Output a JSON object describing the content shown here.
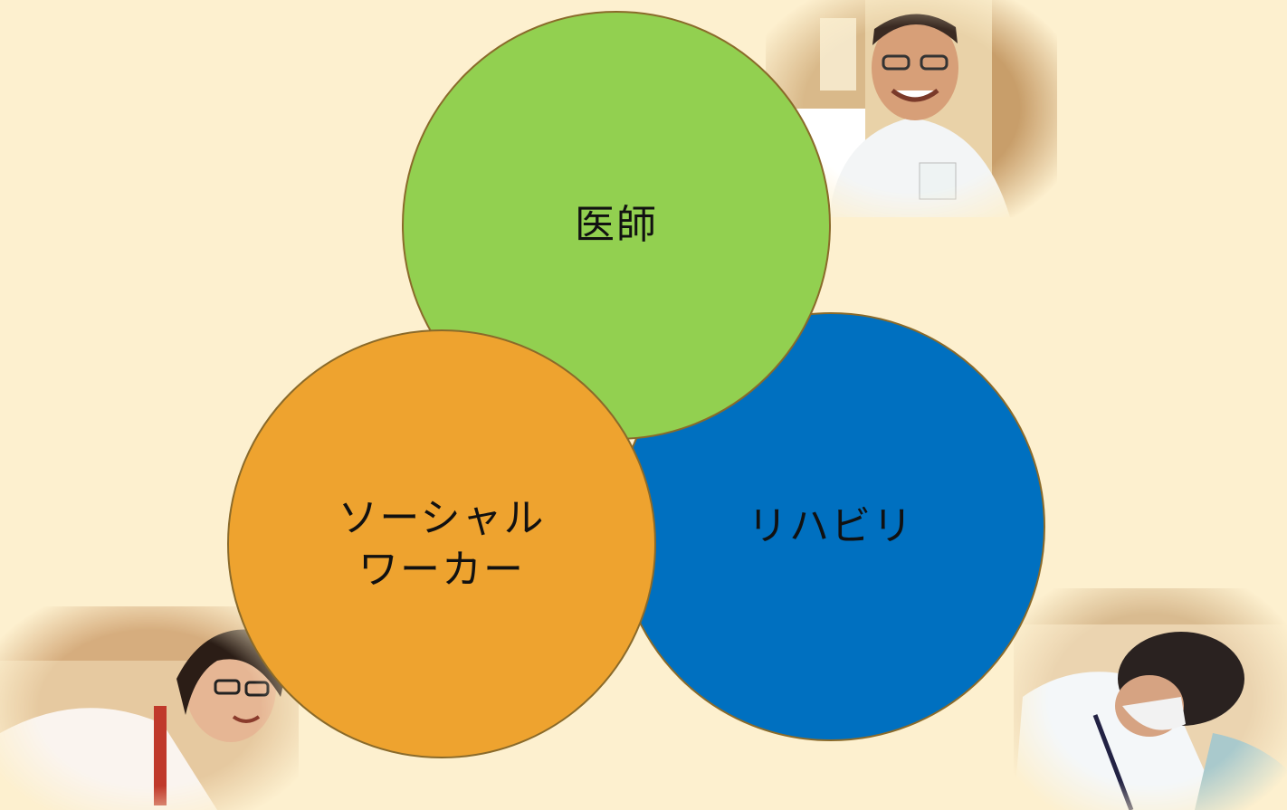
{
  "nodes": [
    {
      "id": "doctor",
      "label_lines": [
        "医師"
      ],
      "color": "#92d050"
    },
    {
      "id": "rehab",
      "label_lines": [
        "リハビリ"
      ],
      "color": "#0070c0"
    },
    {
      "id": "social_worker",
      "label_lines": [
        "ソーシャル",
        "ワーカー"
      ],
      "color": "#eea32f"
    }
  ],
  "background_color": "#fdf0cf",
  "outline_color": "#8a6a2a",
  "photos": [
    {
      "id": "doctor-photo",
      "depicts": "smiling male doctor with glasses"
    },
    {
      "id": "social-worker-photo",
      "depicts": "woman with glasses leaning forward"
    },
    {
      "id": "rehab-photo",
      "depicts": "therapist in mask working"
    }
  ]
}
